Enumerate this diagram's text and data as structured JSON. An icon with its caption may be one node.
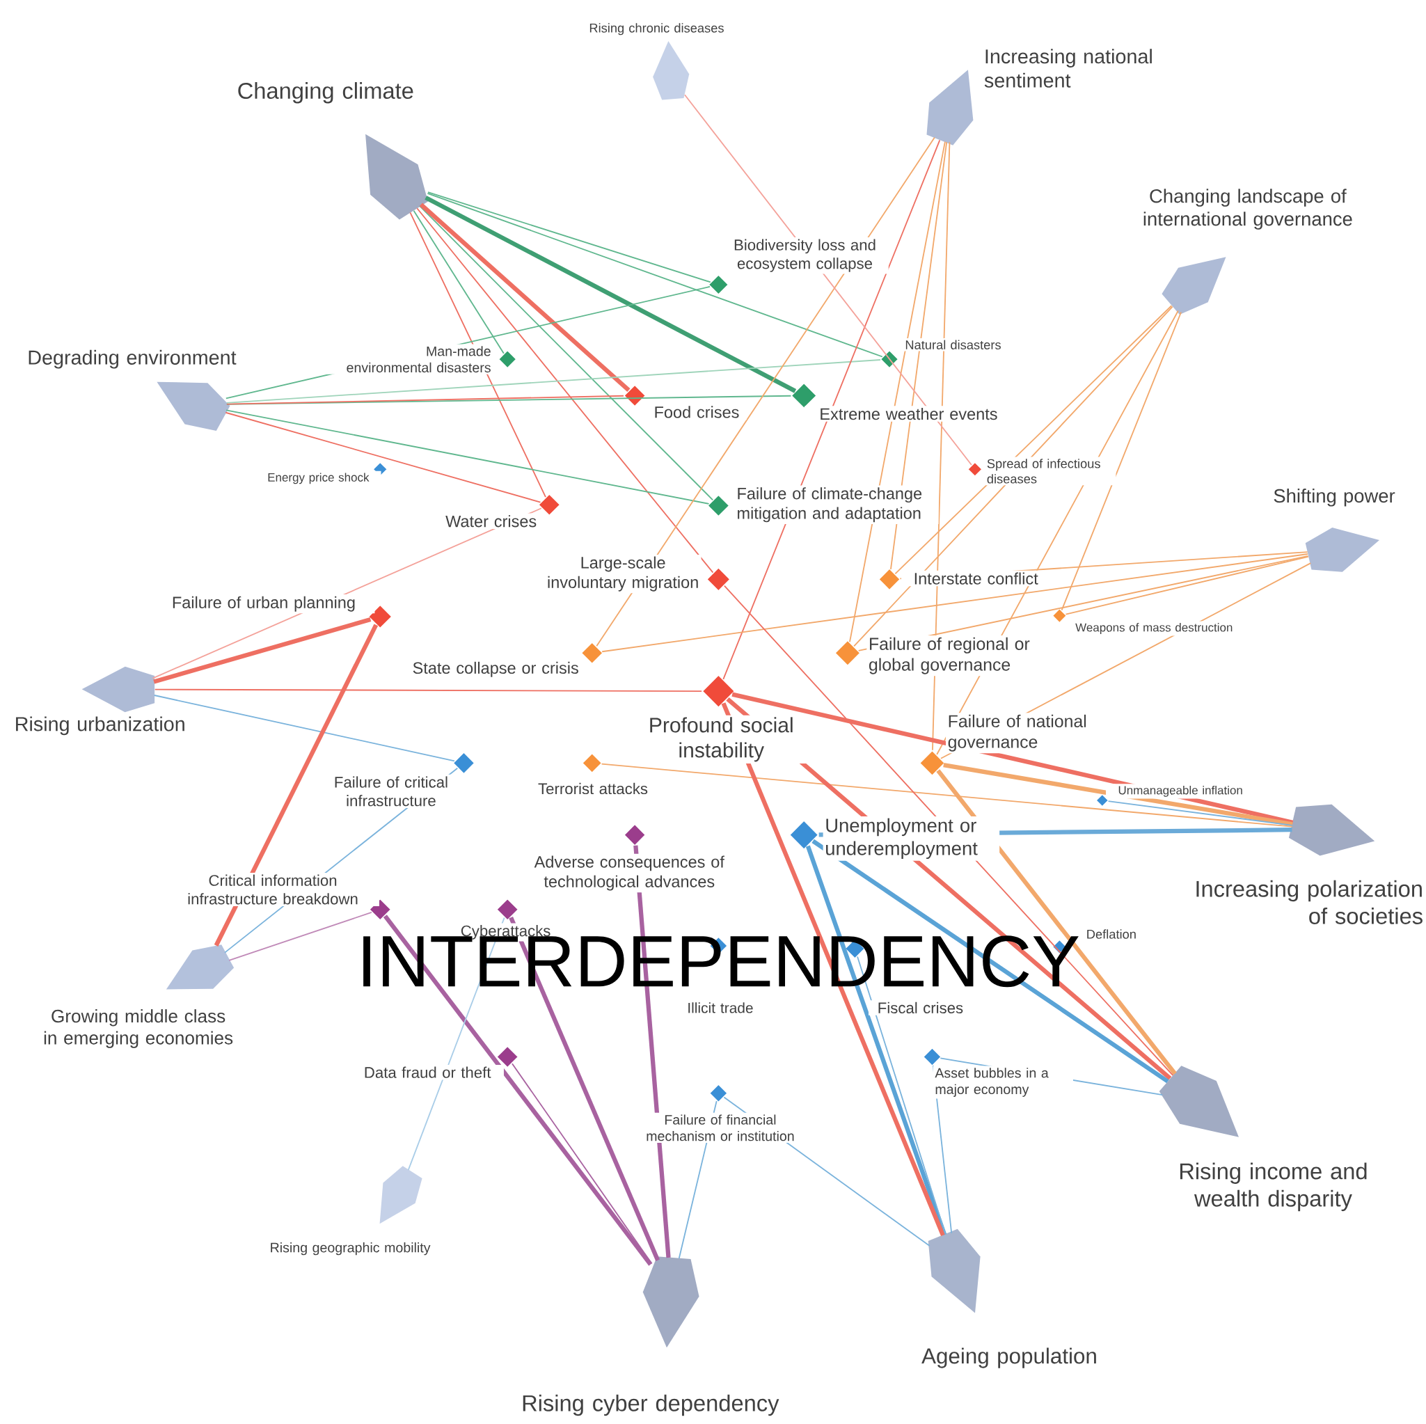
{
  "diagram": {
    "nodes": [
      {
        "text": [],
        "shape": "pentagon",
        "beside": [
          "Rising chronic diseases"
        ]
      },
      {
        "text": [],
        "shape": "pentagon",
        "beside": [
          "Increasing national sentiment"
        ]
      },
      {
        "text": [],
        "shape": "pentagon",
        "beside": [
          "Changing climate"
        ]
      },
      {
        "text": [],
        "shape": "pentagon",
        "beside": [
          "Changing landscape of international governance"
        ]
      },
      {
        "text": [],
        "shape": "pentagon",
        "beside": [
          "Degrading environment"
        ]
      },
      {
        "text": [],
        "shape": "pentagon",
        "beside": [
          "Shifting power"
        ]
      },
      {
        "text": [],
        "shape": "pentagon",
        "beside": [
          "Rising urbanization"
        ]
      },
      {
        "text": [],
        "shape": "pentagon",
        "beside": [
          "Increasing polarization of societies"
        ]
      },
      {
        "text": [],
        "shape": "pentagon",
        "beside": [
          "Growing middle class in emerging economies"
        ]
      },
      {
        "text": [],
        "shape": "pentagon",
        "beside": [
          "Rising income and wealth disparity"
        ]
      },
      {
        "text": [],
        "shape": "pentagon",
        "beside": [
          "Rising geographic mobility"
        ]
      },
      {
        "text": [],
        "shape": "pentagon",
        "beside": [
          "Rising cyber dependency"
        ]
      },
      {
        "text": [],
        "shape": "pentagon",
        "beside": [
          "Ageing population"
        ]
      },
      {
        "text": [],
        "shape": "diamond",
        "beside": [
          "Biodiversity loss and ecosystem collapse"
        ]
      },
      {
        "text": [],
        "shape": "diamond",
        "beside": [
          "Man-made environmental disasters"
        ]
      },
      {
        "text": [],
        "shape": "diamond",
        "beside": [
          "Natural disasters"
        ]
      },
      {
        "text": [],
        "shape": "diamond",
        "beside": [
          "Food crises"
        ]
      },
      {
        "text": [],
        "shape": "diamond",
        "beside": [
          "Extreme weather events"
        ]
      },
      {
        "text": [],
        "shape": "diamond",
        "beside": [
          "Energy price shock"
        ]
      },
      {
        "text": [],
        "shape": "diamond",
        "beside": [
          "Spread of infectious diseases"
        ]
      },
      {
        "text": [],
        "shape": "diamond",
        "beside": [
          "Water crises"
        ]
      },
      {
        "text": [],
        "shape": "diamond",
        "beside": [
          "Failure of climate-change mitigation and adaptation"
        ]
      },
      {
        "text": [],
        "shape": "diamond",
        "beside": [
          "Large-scale involuntary migration"
        ]
      },
      {
        "text": [],
        "shape": "diamond",
        "beside": [
          "Interstate conflict"
        ]
      },
      {
        "text": [],
        "shape": "diamond",
        "beside": [
          "Weapons of mass destruction"
        ]
      },
      {
        "text": [],
        "shape": "diamond",
        "beside": [
          "Failure of urban planning"
        ]
      },
      {
        "text": [],
        "shape": "diamond",
        "beside": [
          "State collapse or crisis"
        ]
      },
      {
        "text": [],
        "shape": "diamond",
        "beside": [
          "Failure of regional or global governance"
        ]
      },
      {
        "text": [],
        "shape": "diamond",
        "beside": [
          "Profound social instability"
        ]
      },
      {
        "text": [],
        "shape": "diamond",
        "beside": [
          "Failure of national governance"
        ]
      },
      {
        "text": [],
        "shape": "diamond",
        "beside": [
          "Failure of critical infrastructure"
        ]
      },
      {
        "text": [],
        "shape": "diamond",
        "beside": [
          "Terrorist attacks"
        ]
      },
      {
        "text": [],
        "shape": "diamond",
        "beside": [
          "Unmanageable inflation"
        ]
      },
      {
        "text": [],
        "shape": "diamond",
        "beside": [
          "Unemployment or underemployment"
        ]
      },
      {
        "text": [],
        "shape": "diamond",
        "beside": [
          "Adverse consequences of technological advances"
        ]
      },
      {
        "text": [],
        "shape": "diamond",
        "beside": [
          "Critical information infrastructure breakdown"
        ]
      },
      {
        "text": [],
        "shape": "diamond",
        "beside": [
          "Cyberattacks"
        ]
      },
      {
        "text": [],
        "shape": "diamond",
        "beside": [
          "Illicit trade"
        ]
      },
      {
        "text": [],
        "shape": "diamond",
        "beside": [
          "Fiscal crises"
        ]
      },
      {
        "text": [],
        "shape": "diamond",
        "beside": [
          "Deflation"
        ]
      },
      {
        "text": [],
        "shape": "diamond",
        "beside": [
          "Data fraud or theft"
        ]
      },
      {
        "text": [],
        "shape": "diamond",
        "beside": [
          "Asset bubbles in a major economy"
        ]
      },
      {
        "text": [],
        "shape": "diamond",
        "beside": [
          "Failure of financial mechanism or institution"
        ]
      }
    ],
    "edges": [
      {
        "from": 2,
        "to": 13,
        "arrow": "none",
        "color": "#5fb78e"
      },
      {
        "from": 2,
        "to": 17,
        "arrow": "none",
        "color": "#3f9f73",
        "style": "thick"
      },
      {
        "from": 2,
        "to": 21,
        "arrow": "none",
        "color": "#5fb78e"
      },
      {
        "from": 2,
        "to": 15,
        "arrow": "none",
        "color": "#5fb78e"
      },
      {
        "from": 2,
        "to": 16,
        "arrow": "none",
        "color": "#ee6f62",
        "style": "thick"
      },
      {
        "from": 2,
        "to": 20,
        "arrow": "none",
        "color": "#ee6f62"
      },
      {
        "from": 2,
        "to": 14,
        "arrow": "none",
        "color": "#5fb78e"
      },
      {
        "from": 2,
        "to": 22,
        "arrow": "none",
        "color": "#ee6f62"
      },
      {
        "from": 4,
        "to": 13,
        "arrow": "none",
        "color": "#5fb78e"
      },
      {
        "from": 4,
        "to": 17,
        "arrow": "none",
        "color": "#5fb78e"
      },
      {
        "from": 4,
        "to": 21,
        "arrow": "none",
        "color": "#5fb78e"
      },
      {
        "from": 4,
        "to": 16,
        "arrow": "none",
        "color": "#ee6f62"
      },
      {
        "from": 4,
        "to": 20,
        "arrow": "none",
        "color": "#ee6f62"
      },
      {
        "from": 4,
        "to": 15,
        "arrow": "none",
        "color": "#9fd4ba"
      },
      {
        "from": 1,
        "to": 23,
        "arrow": "none",
        "color": "#f2a86b"
      },
      {
        "from": 1,
        "to": 27,
        "arrow": "none",
        "color": "#f2a86b"
      },
      {
        "from": 1,
        "to": 29,
        "arrow": "none",
        "color": "#f2a86b"
      },
      {
        "from": 1,
        "to": 28,
        "arrow": "none",
        "color": "#ee6f62"
      },
      {
        "from": 1,
        "to": 26,
        "arrow": "none",
        "color": "#f2a86b"
      },
      {
        "from": 3,
        "to": 23,
        "arrow": "none",
        "color": "#f2a86b"
      },
      {
        "from": 3,
        "to": 27,
        "arrow": "none",
        "color": "#f2a86b"
      },
      {
        "from": 3,
        "to": 29,
        "arrow": "none",
        "color": "#f2a86b"
      },
      {
        "from": 3,
        "to": 24,
        "arrow": "none",
        "color": "#f2a86b"
      },
      {
        "from": 5,
        "to": 27,
        "arrow": "none",
        "color": "#f2a86b"
      },
      {
        "from": 5,
        "to": 23,
        "arrow": "none",
        "color": "#f2a86b"
      },
      {
        "from": 5,
        "to": 26,
        "arrow": "none",
        "color": "#f2a86b"
      },
      {
        "from": 5,
        "to": 24,
        "arrow": "none",
        "color": "#f2a86b"
      },
      {
        "from": 5,
        "to": 29,
        "arrow": "none",
        "color": "#f2a86b"
      },
      {
        "from": 6,
        "to": 25,
        "arrow": "none",
        "color": "#ee6f62",
        "style": "thick"
      },
      {
        "from": 6,
        "to": 28,
        "arrow": "none",
        "color": "#ee6f62"
      },
      {
        "from": 6,
        "to": 30,
        "arrow": "none",
        "color": "#7ab3dc"
      },
      {
        "from": 6,
        "to": 20,
        "arrow": "none",
        "color": "#f4a29a"
      },
      {
        "from": 7,
        "to": 28,
        "arrow": "none",
        "color": "#ee6f62",
        "style": "thick"
      },
      {
        "from": 7,
        "to": 29,
        "arrow": "none",
        "color": "#f2a86b",
        "style": "thick"
      },
      {
        "from": 7,
        "to": 33,
        "arrow": "none",
        "color": "#6aaad8",
        "style": "thick"
      },
      {
        "from": 7,
        "to": 31,
        "arrow": "none",
        "color": "#f2a86b"
      },
      {
        "from": 7,
        "to": 32,
        "arrow": "none",
        "color": "#7ab3dc"
      },
      {
        "from": 8,
        "to": 25,
        "arrow": "none",
        "color": "#ee6f62",
        "style": "thick"
      },
      {
        "from": 8,
        "to": 30,
        "arrow": "none",
        "color": "#7ab3dc"
      },
      {
        "from": 8,
        "to": 35,
        "arrow": "none",
        "color": "#c08ab8"
      },
      {
        "from": 9,
        "to": 28,
        "arrow": "none",
        "color": "#ee6f62",
        "style": "thick"
      },
      {
        "from": 9,
        "to": 33,
        "arrow": "none",
        "color": "#5aa3d6",
        "style": "thick"
      },
      {
        "from": 9,
        "to": 29,
        "arrow": "none",
        "color": "#f2a86b",
        "style": "thick"
      },
      {
        "from": 9,
        "to": 22,
        "arrow": "none",
        "color": "#ee6f62"
      },
      {
        "from": 9,
        "to": 41,
        "arrow": "none",
        "color": "#7ab3dc"
      },
      {
        "from": 11,
        "to": 35,
        "arrow": "none",
        "color": "#a862a0",
        "style": "thick"
      },
      {
        "from": 11,
        "to": 36,
        "arrow": "none",
        "color": "#a862a0",
        "style": "thick"
      },
      {
        "from": 11,
        "to": 40,
        "arrow": "none",
        "color": "#a862a0"
      },
      {
        "from": 11,
        "to": 34,
        "arrow": "none",
        "color": "#a862a0",
        "style": "thick"
      },
      {
        "from": 11,
        "to": 42,
        "arrow": "none",
        "color": "#7ab3dc"
      },
      {
        "from": 12,
        "to": 33,
        "arrow": "none",
        "color": "#5aa3d6",
        "style": "thick"
      },
      {
        "from": 12,
        "to": 28,
        "arrow": "none",
        "color": "#ee6f62",
        "style": "thick"
      },
      {
        "from": 12,
        "to": 38,
        "arrow": "none",
        "color": "#7ab3dc"
      },
      {
        "from": 12,
        "to": 41,
        "arrow": "none",
        "color": "#7ab3dc"
      },
      {
        "from": 12,
        "to": 42,
        "arrow": "none",
        "color": "#7ab3dc"
      },
      {
        "from": 0,
        "to": 19,
        "arrow": "none",
        "color": "#f4a29a"
      },
      {
        "from": 10,
        "to": 36,
        "arrow": "none",
        "color": "#a9cde8"
      }
    ],
    "labels": [
      "INTERDEPENDENCY"
    ]
  }
}
